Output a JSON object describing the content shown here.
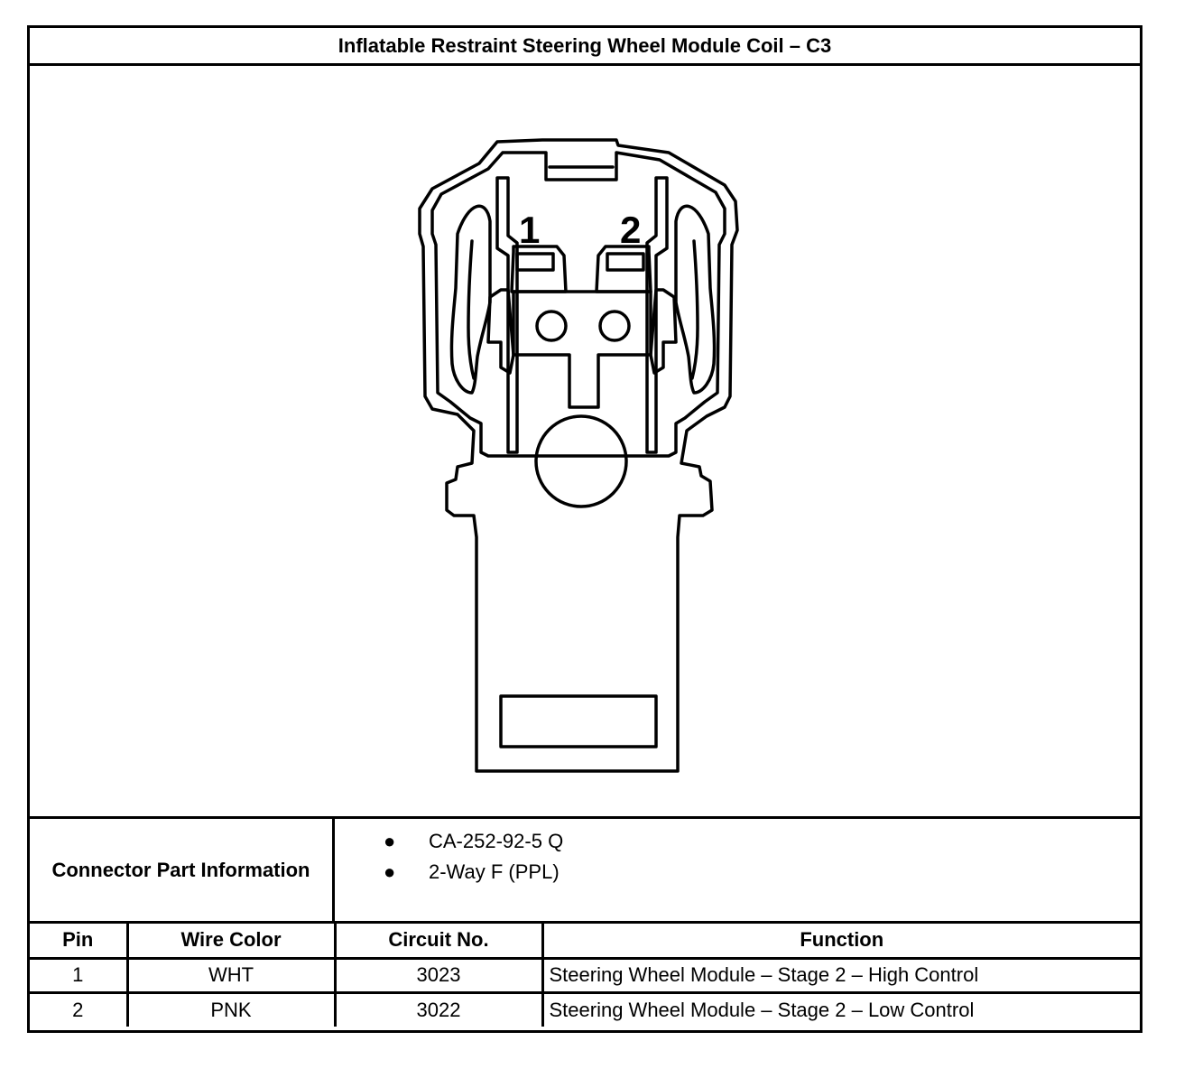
{
  "title": "Inflatable Restraint Steering Wheel Module Coil – C3",
  "diagram": {
    "pin_labels": [
      "1",
      "2"
    ]
  },
  "connector_part": {
    "label": "Connector Part Information",
    "items": [
      "CA-252-92-5 Q",
      "2-Way F (PPL)"
    ]
  },
  "pin_table": {
    "headers": [
      "Pin",
      "Wire Color",
      "Circuit No.",
      "Function"
    ],
    "rows": [
      {
        "pin": "1",
        "wire_color": "WHT",
        "circuit": "3023",
        "function": "Steering Wheel Module – Stage 2 – High Control"
      },
      {
        "pin": "2",
        "wire_color": "PNK",
        "circuit": "3022",
        "function": "Steering Wheel Module – Stage 2 – Low Control"
      }
    ]
  }
}
